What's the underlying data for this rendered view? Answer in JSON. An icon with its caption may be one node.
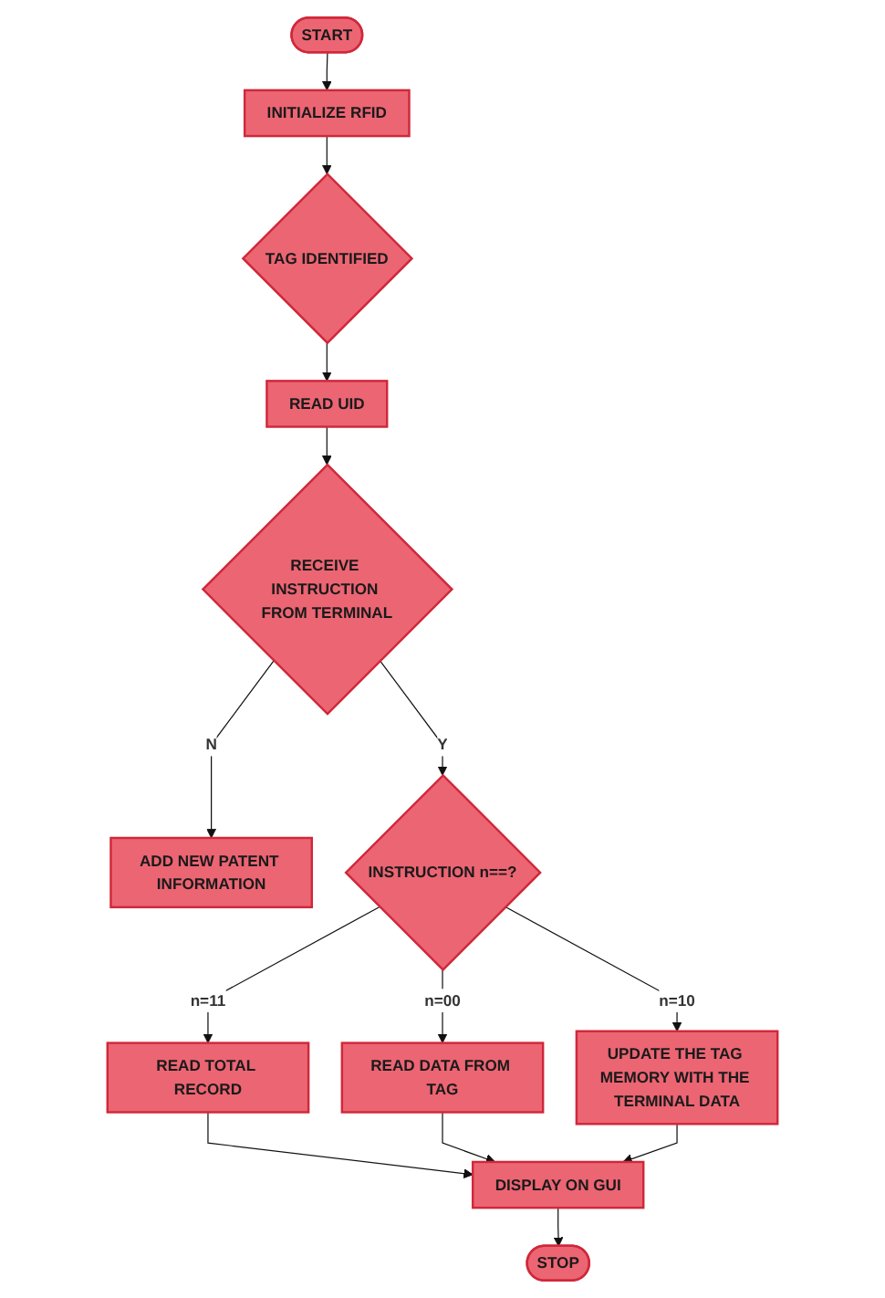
{
  "diagram": {
    "nodes": [
      {
        "text": [
          "START"
        ]
      },
      {
        "text": [
          "INITIALIZE RFID"
        ]
      },
      {
        "text": [
          "TAG IDENTIFIED"
        ]
      },
      {
        "text": [
          "READ UID"
        ]
      },
      {
        "text": [
          "RECEIVE INSTRUCTION FROM TERMINAL"
        ]
      },
      {
        "text": [
          "ADD NEW PATENT INFORMATION"
        ]
      },
      {
        "text": [
          "INSTRUCTION n==?"
        ]
      },
      {
        "text": [
          "READ TOTAL RECORD"
        ]
      },
      {
        "text": [
          "READ DATA FROM TAG"
        ]
      },
      {
        "text": [
          "UPDATE THE TAG MEMORY WITH THE TERMINAL DATA"
        ]
      },
      {
        "text": [
          "DISPLAY ON GUI"
        ]
      },
      {
        "text": [
          "STOP"
        ]
      }
    ],
    "edges": [
      {
        "from": 0,
        "to": 1,
        "arrow": "to"
      },
      {
        "from": 1,
        "to": 2,
        "arrow": "to"
      },
      {
        "from": 2,
        "to": 3,
        "arrow": "to"
      },
      {
        "from": 3,
        "to": 4,
        "arrow": "to"
      },
      {
        "from": 4,
        "to": 5,
        "arrow": "to",
        "label": "N"
      },
      {
        "from": 4,
        "to": 6,
        "arrow": "to",
        "label": "Y"
      },
      {
        "from": 6,
        "to": 7,
        "arrow": "to",
        "label": "n=11"
      },
      {
        "from": 6,
        "to": 8,
        "arrow": "to",
        "label": "n=00"
      },
      {
        "from": 6,
        "to": 9,
        "arrow": "to",
        "label": "n=10"
      },
      {
        "from": 7,
        "to": 10,
        "arrow": "to"
      },
      {
        "from": 8,
        "to": 10,
        "arrow": "to"
      },
      {
        "from": 9,
        "to": 10,
        "arrow": "to"
      },
      {
        "from": 10,
        "to": 11,
        "arrow": "to"
      }
    ]
  }
}
